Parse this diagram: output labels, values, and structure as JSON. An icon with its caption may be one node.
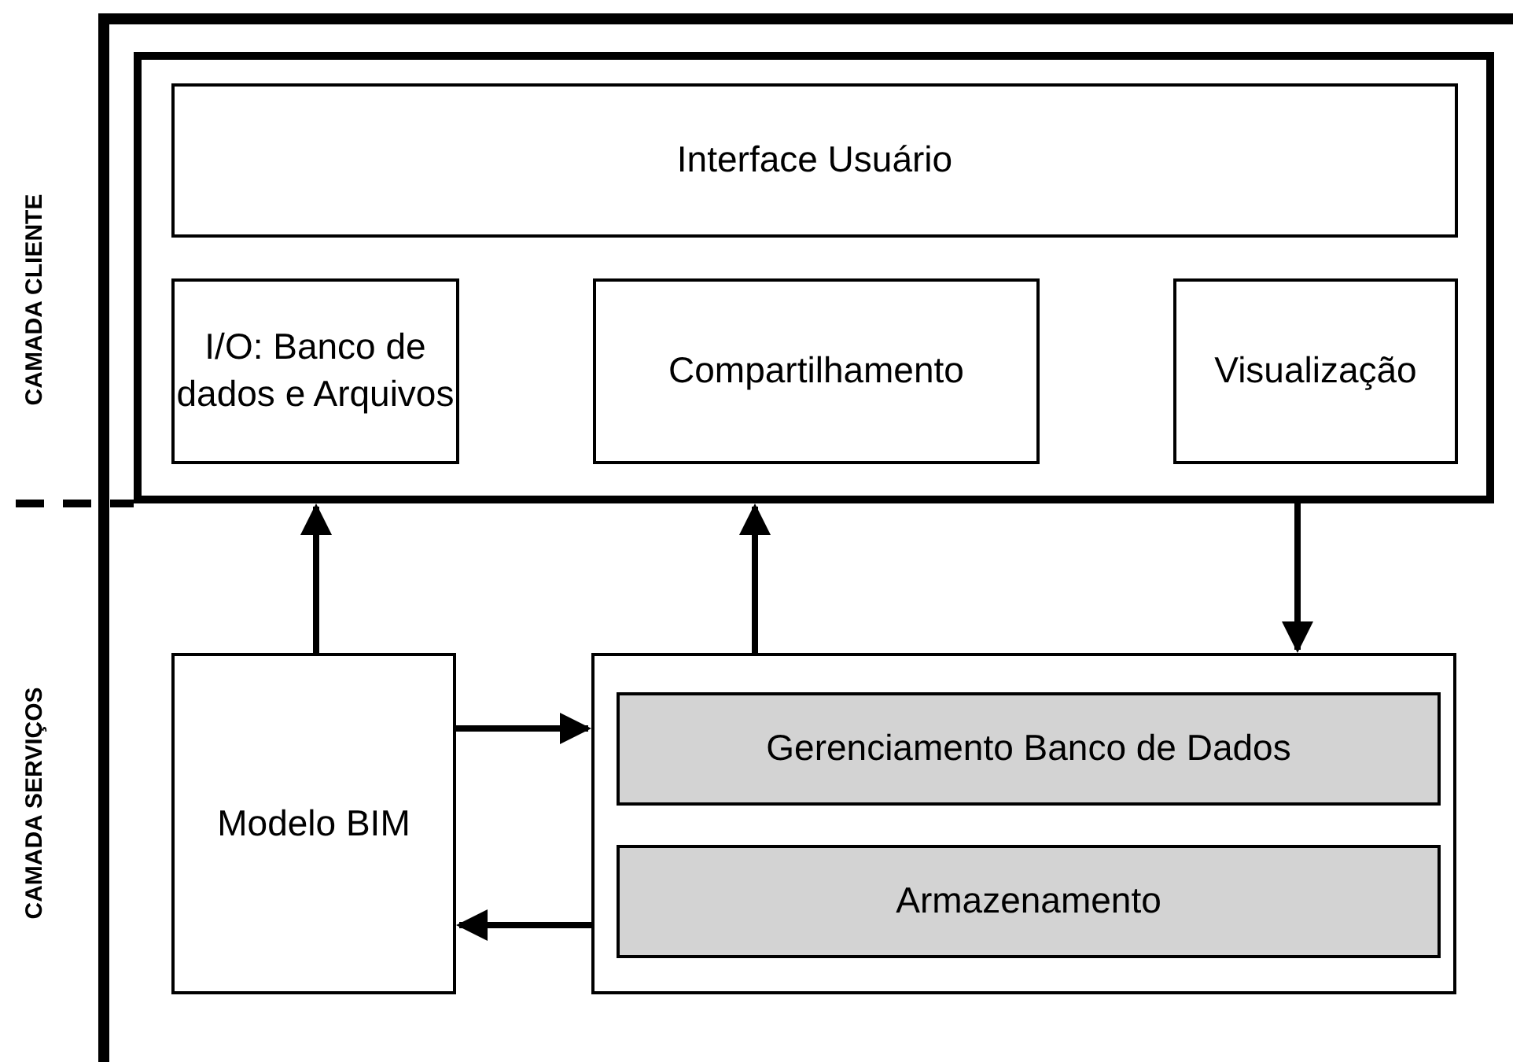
{
  "diagram": {
    "nodes": [
      {
        "text": [],
        "shape": "box"
      },
      {
        "text": [
          "Interface Usuário"
        ],
        "in": 0
      },
      {
        "text": [
          "I/O: Banco de dados e Arquivos"
        ],
        "in": 0
      },
      {
        "text": [
          "Compartilhamento"
        ],
        "in": 0
      },
      {
        "text": [
          "Visualização"
        ],
        "in": 0
      },
      {
        "text": [
          "Modelo BIM"
        ]
      },
      {
        "text": [],
        "shape": "box"
      },
      {
        "text": [
          "Gerenciamento Banco de Dados"
        ],
        "in": 6
      },
      {
        "text": [
          "Armazenamento"
        ],
        "in": 6
      }
    ],
    "edges": [
      {
        "from": 5,
        "to": 0,
        "arrow": "to"
      },
      {
        "from": 6,
        "to": 0,
        "arrow": "to"
      },
      {
        "from": 0,
        "to": 6,
        "arrow": "to"
      },
      {
        "from": 5,
        "to": 6,
        "arrow": "to"
      },
      {
        "from": 6,
        "to": 5,
        "arrow": "to"
      }
    ],
    "labels": [
      "CAMADA CLIENTE",
      "CAMADA SERVIÇOS"
    ]
  }
}
